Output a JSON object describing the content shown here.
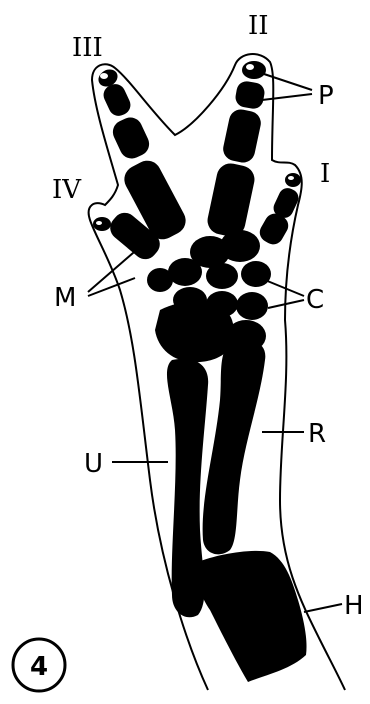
{
  "labels": {
    "digit_III": "III",
    "digit_II": "II",
    "digit_I": "I",
    "digit_IV": "IV",
    "phalanges": "P",
    "metacarpals": "M",
    "carpals": "C",
    "radius": "R",
    "ulna": "U",
    "humerus": "H"
  },
  "figure_number": "4"
}
